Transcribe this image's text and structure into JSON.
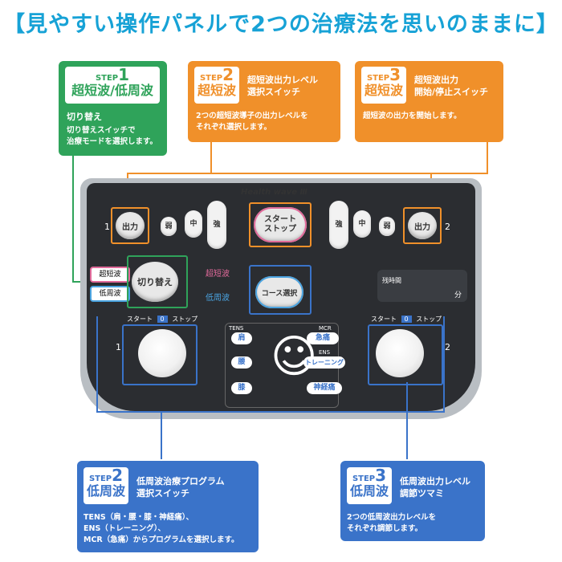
{
  "headline": "【見やすい操作パネルで2つの治療法を思いのままに】",
  "step1_green": {
    "step_prefix": "STEP",
    "step_number": "1",
    "step_label": "超短波/低周波",
    "title": "切り替え",
    "desc": "切り替えスイッチで\n治療モードを選択します。"
  },
  "step2_orange": {
    "step_prefix": "STEP",
    "step_number": "2",
    "step_label": "超短波",
    "title": "超短波出力レベル\n選択スイッチ",
    "desc": "2つの超短波導子の出力レベルを\nそれぞれ選択します。"
  },
  "step3_orange": {
    "step_prefix": "STEP",
    "step_number": "3",
    "step_label": "超短波",
    "title": "超短波出力\n開始/停止スイッチ",
    "desc": "超短波の出力を開始します。"
  },
  "step2_blue": {
    "step_prefix": "STEP",
    "step_number": "2",
    "step_label": "低周波",
    "title": "低周波治療プログラム\n選択スイッチ",
    "desc": "TENS（肩・腰・膝・神経痛）、\nENS（トレーニング）、\nMCR（急痛）からプログラムを選択します。"
  },
  "step3_blue": {
    "step_prefix": "STEP",
    "step_number": "3",
    "step_label": "低周波",
    "title": "低周波出力レベル\n調節ツマミ",
    "desc": "2つの低周波出力レベルを\nそれぞれ調節します。"
  },
  "panel": {
    "brand": "Health wave Ⅲ",
    "channel_left": "1",
    "channel_right": "2",
    "output_left": "出力",
    "output_right": "出力",
    "weak": "弱",
    "mid": "中",
    "strong": "強",
    "start_stop": "スタート\nストップ",
    "mode_short": "超短波",
    "mode_low": "低周波",
    "switch": "切り替え",
    "label_short_wave": "超短波",
    "label_low_freq": "低周波",
    "course_select": "コース選択",
    "timer_label": "残時間",
    "minutes": "分",
    "knob_start": "スタート",
    "knob_zero": "0",
    "knob_stop": "ストップ",
    "knob_channel_left": "1",
    "knob_channel_right": "2",
    "tens": "TENS",
    "mcr": "MCR",
    "ens": "ENS",
    "shoulder": "肩",
    "back": "腰",
    "knee": "膝",
    "acute": "急痛",
    "training": "トレーニング",
    "neuralgia": "神経痛"
  },
  "colors": {
    "headline": "#17a2d6",
    "green": "#2fa35a",
    "orange": "#f0902a",
    "blue": "#3a73c9",
    "panel": "#2b2d31"
  }
}
